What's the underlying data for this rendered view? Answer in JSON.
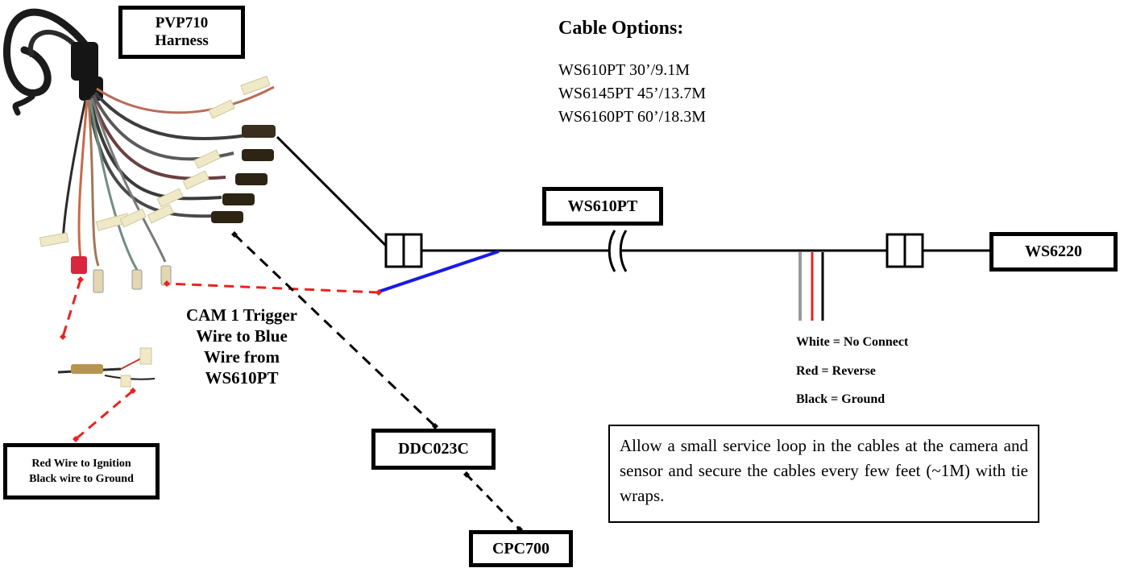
{
  "labels": {
    "harness": [
      "PVP710",
      "Harness"
    ],
    "ws610pt": "WS610PT",
    "ws6220": "WS6220",
    "ddc": "DDC023C",
    "cpc": "CPC700",
    "ignition": [
      "Red Wire to Ignition",
      "Black wire to Ground"
    ]
  },
  "cable_options": {
    "title": "Cable Options:",
    "items": [
      "WS610PT 30’/9.1M",
      "WS6145PT 45’/13.7M",
      "WS6160PT 60’/18.3M"
    ]
  },
  "trigger_note": [
    "CAM 1 Trigger",
    "Wire to Blue",
    "Wire from",
    "WS610PT"
  ],
  "wire_legend": [
    "White = No Connect",
    "Red = Reverse",
    "Black = Ground"
  ],
  "service_note": "Allow a small service loop in the cables at the camera and sensor and secure the cables every few feet (~1M) with tie wraps.",
  "colors": {
    "blue_wire": "#1a1ae6",
    "red_dashed": "#e8231f",
    "white_wire": "#9a9a9a",
    "red_wire": "#e8231f",
    "black_wire": "#000000"
  }
}
